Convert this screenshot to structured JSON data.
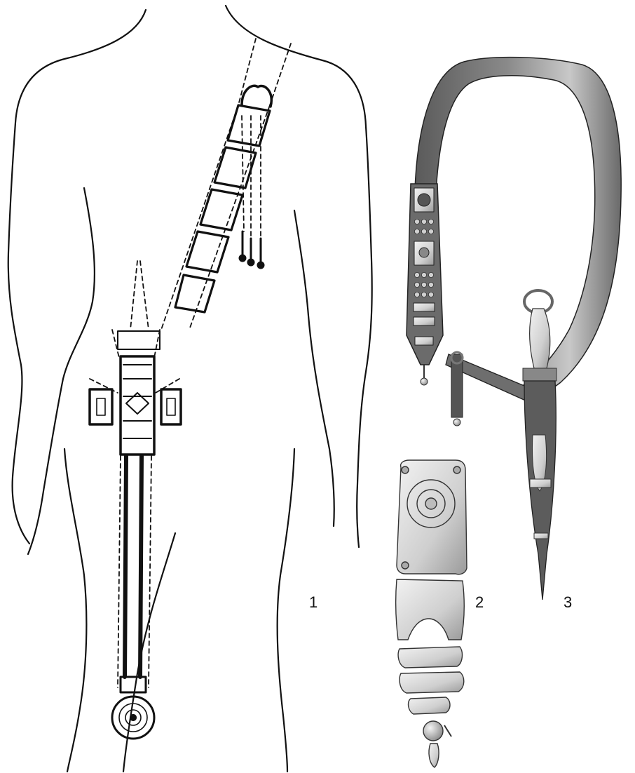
{
  "figures": [
    {
      "id": "1",
      "label": "1"
    },
    {
      "id": "2",
      "label": "2"
    },
    {
      "id": "3",
      "label": "3"
    }
  ],
  "colors": {
    "ink": "#111111",
    "paper": "#ffffff",
    "belt_dark": "#505050",
    "belt_mid": "#7a7a7a",
    "belt_light": "#b5b5b5",
    "metal_light": "#d9d9d9",
    "metal_mid": "#a8a8a8"
  }
}
